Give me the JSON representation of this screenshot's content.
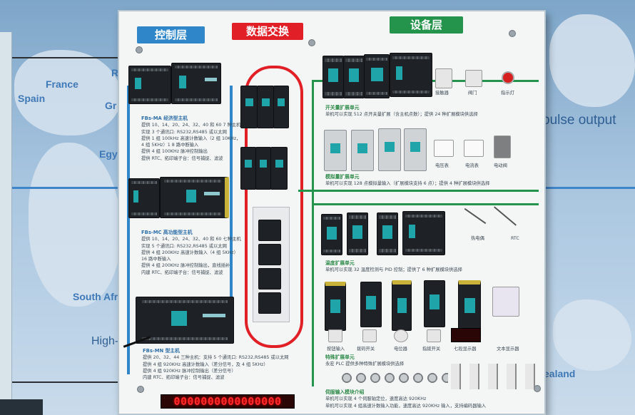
{
  "wall": {
    "labels": {
      "france": "France",
      "spain": "Spain",
      "egypt": "Egy",
      "greece": "Gr",
      "r": "R",
      "south_africa": "South Afr",
      "high": "High-",
      "zealand": "ealand",
      "pulse_output": "pulse output"
    }
  },
  "board": {
    "headers": {
      "control": "控制层",
      "data": "数据交换",
      "device": "设备层"
    },
    "colors": {
      "control": "#2f86c8",
      "data": "#e01f26",
      "device": "#24934b",
      "bus_blue": "#2f86c8",
      "ring_red": "#e01f26",
      "bus_green": "#24934b"
    },
    "control": {
      "fbs_ma": {
        "title": "FBs-MA 经济型主机",
        "lines": [
          "提供 10、14、20、24、32、40 和 60 7 种主机",
          "实现 3 个通讯口: RS232,RS485 或以太网",
          "提供 1 组 100kHz 高速计数输入（2 组 10KHz，",
          "4 组 5KHz）1 8 路中断输入",
          "提供 4 组 100KHz 脉冲控制输出",
          "提供 RTC、拓印端子台：信号捕捉、滤波"
        ]
      },
      "fbs_mc": {
        "title": "FBs-MC 高功能型主机",
        "lines": [
          "提供 10、14、20、24、32、40 和 60 七种主机",
          "实现 5 个通讯口: RS232,RS485 或以太网",
          "提供 4 组 200KHz 高速计数输入（4 组 5KHz）",
          "16 路中断输入",
          "提供 4 组 200KHz 脉冲控制输出，直线插补",
          "内建 RTC、拓印端子台：信号捕捉、滤波"
        ]
      },
      "fbs_mn": {
        "title": "FBs-MN 型主机",
        "lines": [
          "提供 20、32、44 三种主机：支持 5 个通讯口: RS232,RS485 或以太网",
          "提供 4 组 920KHz 高速计数输入（差分信号，及 4 组 5KHz）",
          "提供 4 组 920KHz 脉冲控制输出（差分信号）",
          "内建 RTC、拓印端子台：信号捕捉、滤波"
        ]
      },
      "counter_display": "0000000000000000"
    },
    "device": {
      "digital": {
        "title": "开关量扩展单元",
        "desc": "单机可以实现 512 点开关量扩展（含主机点数）；提供 24 种扩展模块供选择",
        "items": [
          "接触器",
          "阀门",
          "指示灯"
        ]
      },
      "analog": {
        "title": "模拟量扩展单元",
        "desc": "单机可以实现 128 点模拟量输入（扩展模块支持 6 点）；提供 4 种扩展模块供选择",
        "items": [
          "电压表",
          "电流表",
          "电动阀"
        ]
      },
      "temperature": {
        "title": "温度扩展单元",
        "desc": "单机可以实现 32 温度检测与 PID 控制；提供了 6 种扩展模块供选择",
        "items": [
          "热电偶",
          "RTC"
        ]
      },
      "special": {
        "title": "特殊扩展单元",
        "desc": "永宏 PLC 提供多种特殊扩展模块供选择",
        "items": [
          "按钮输入",
          "拨码开关",
          "电位器",
          "指拨开关",
          "七段显示器",
          "文本显示器"
        ]
      },
      "motion": {
        "title": "伺服输入模块介绍",
        "lines": [
          "单机可以实现 4 个伺服轴定位，速度高达 920KHz",
          "单机可以实现 4 组高速计数输入功能，速度高达 920KHz 输入，支持编码器输入"
        ]
      }
    }
  }
}
